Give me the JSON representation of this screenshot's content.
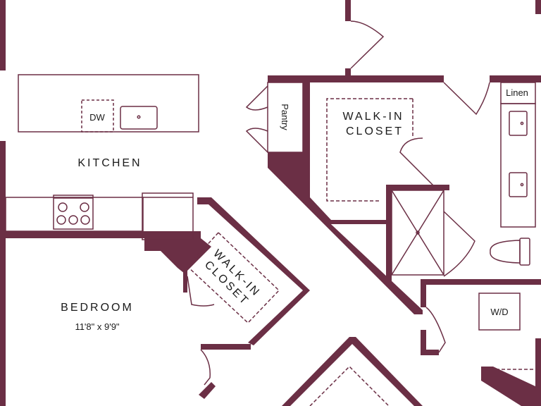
{
  "colors": {
    "wall": "#6b2f45",
    "line": "#6b2f45",
    "background": "#ffffff",
    "text": "#1a1a1a"
  },
  "rooms": {
    "kitchen": "KITCHEN",
    "bedroom": "BEDROOM",
    "bedroom_size": "11'8\" x 9'9\"",
    "walkin_closet_1_line1": "WALK-IN",
    "walkin_closet_1_line2": "CLOSET",
    "walkin_closet_2_line1": "WALK-IN",
    "walkin_closet_2_line2": "CLOSET"
  },
  "fixtures": {
    "dishwasher": "DW",
    "pantry": "Pantry",
    "linen": "Linen",
    "washer_dryer": "W/D"
  }
}
